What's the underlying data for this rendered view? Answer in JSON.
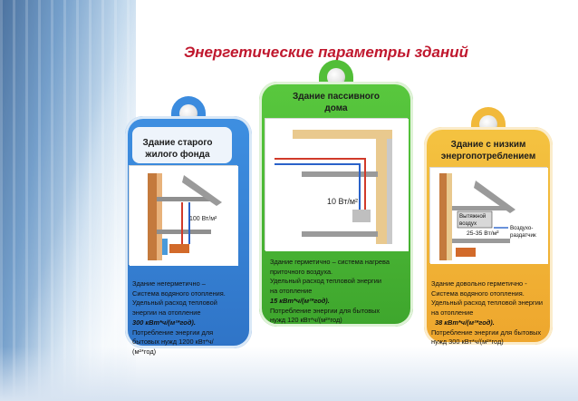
{
  "title": "Энергетические параметры зданий",
  "panels": {
    "old": {
      "label_line1": "Здание старого",
      "label_line2": "жилого фонда",
      "diagram_value": "100 Вт/м²",
      "desc_line1": "Здание негерметично –",
      "desc_line2": "Система водяного отопления.",
      "desc_line3": "Удельный расход тепловой",
      "desc_line4": "энергии на отопление",
      "desc_bold": "300 кВт*ч/(м²*год).",
      "desc_line5": "Потребление энергии для",
      "desc_line6": "бытовых нужд 1200 кВт*ч/",
      "desc_line7": "(м²*год)",
      "color": "#2f74c7"
    },
    "passive": {
      "label_line1": "Здание пассивного",
      "label_line2": "дома",
      "diagram_value": "10 Вт/м²",
      "desc_line1": "Здание герметично – система нагрева",
      "desc_line2": "приточного воздуха.",
      "desc_line3": "Удельный расход тепловой энергии",
      "desc_line4": "на отопление",
      "desc_bold": "15 кВт*ч/(м²*год).",
      "desc_line5": "Потребление энергии для бытовых",
      "desc_line6": "нужд 120 кВт*ч/(м²*год)",
      "color": "#3ea62d"
    },
    "low": {
      "label_line1": "Здание с низким",
      "label_line2": "энергопотреблением",
      "diagram_value": "25-35 Вт/м²",
      "diagram_label1": "Вытяжной",
      "diagram_label1b": "воздух",
      "diagram_label2": "Воздухо-",
      "diagram_label2b": "раздатчик",
      "desc_line1": "Здание довольно герметично -",
      "desc_line2": "Система водяного отопления.",
      "desc_line3": "Удельный расход тепловой энергии",
      "desc_line4": "на отопление",
      "desc_bold": "38 кВт*ч/(м²*год).",
      "desc_line5": "Потребление энергии для бытовых",
      "desc_line6": "нужд 300 кВт*ч/(м²*год)",
      "color": "#eea62d"
    }
  }
}
